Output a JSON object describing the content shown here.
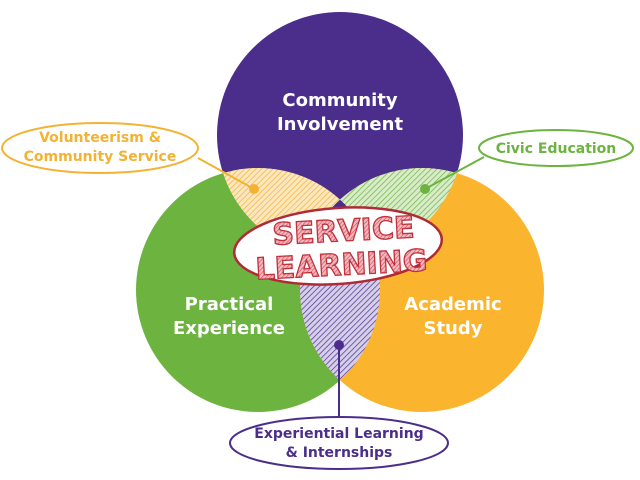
{
  "diagram": {
    "type": "venn",
    "title": "Service Learning",
    "center_label": {
      "line1": "SERVICE",
      "line2": "LEARNING",
      "color": "#c0313c"
    },
    "circles": [
      {
        "id": "community",
        "line1": "Community",
        "line2": "Involvement",
        "color": "#4b2e8c"
      },
      {
        "id": "practical",
        "line1": "Practical",
        "line2": "Experience",
        "color": "#6db33f"
      },
      {
        "id": "academic",
        "line1": "Academic",
        "line2": "Study",
        "color": "#fbb42d"
      }
    ],
    "intersections": [
      {
        "id": "community-practical",
        "line1": "Volunteerism &",
        "line2": "Community Service",
        "color": "#f4b233"
      },
      {
        "id": "community-academic",
        "line1": "Civic Education",
        "color": "#6db33f"
      },
      {
        "id": "practical-academic",
        "line1": "Experiential Learning",
        "line2": "& Internships",
        "color": "#4b2e8c"
      }
    ]
  }
}
